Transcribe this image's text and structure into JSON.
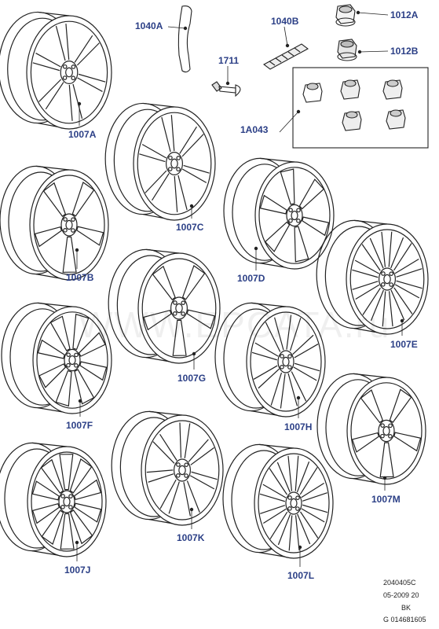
{
  "callouts": {
    "c1040A": "1040A",
    "c1040B": "1040B",
    "c1012A": "1012A",
    "c1012B": "1012B",
    "c1711": "1711",
    "c1A043": "1A043",
    "c1007A": "1007A",
    "c1007B": "1007B",
    "c1007C": "1007C",
    "c1007D": "1007D",
    "c1007E": "1007E",
    "c1007F": "1007F",
    "c1007G": "1007G",
    "c1007H": "1007H",
    "c1007J": "1007J",
    "c1007K": "1007K",
    "c1007L": "1007L",
    "c1007M": "1007M"
  },
  "footer": {
    "line1": "2040405C",
    "line2": "05-2009 20",
    "line3": "BK",
    "line4": "G 014681605"
  },
  "watermark": "WWW.EPCATA.ru",
  "colors": {
    "label": "#2b3f86",
    "line": "#222222"
  }
}
